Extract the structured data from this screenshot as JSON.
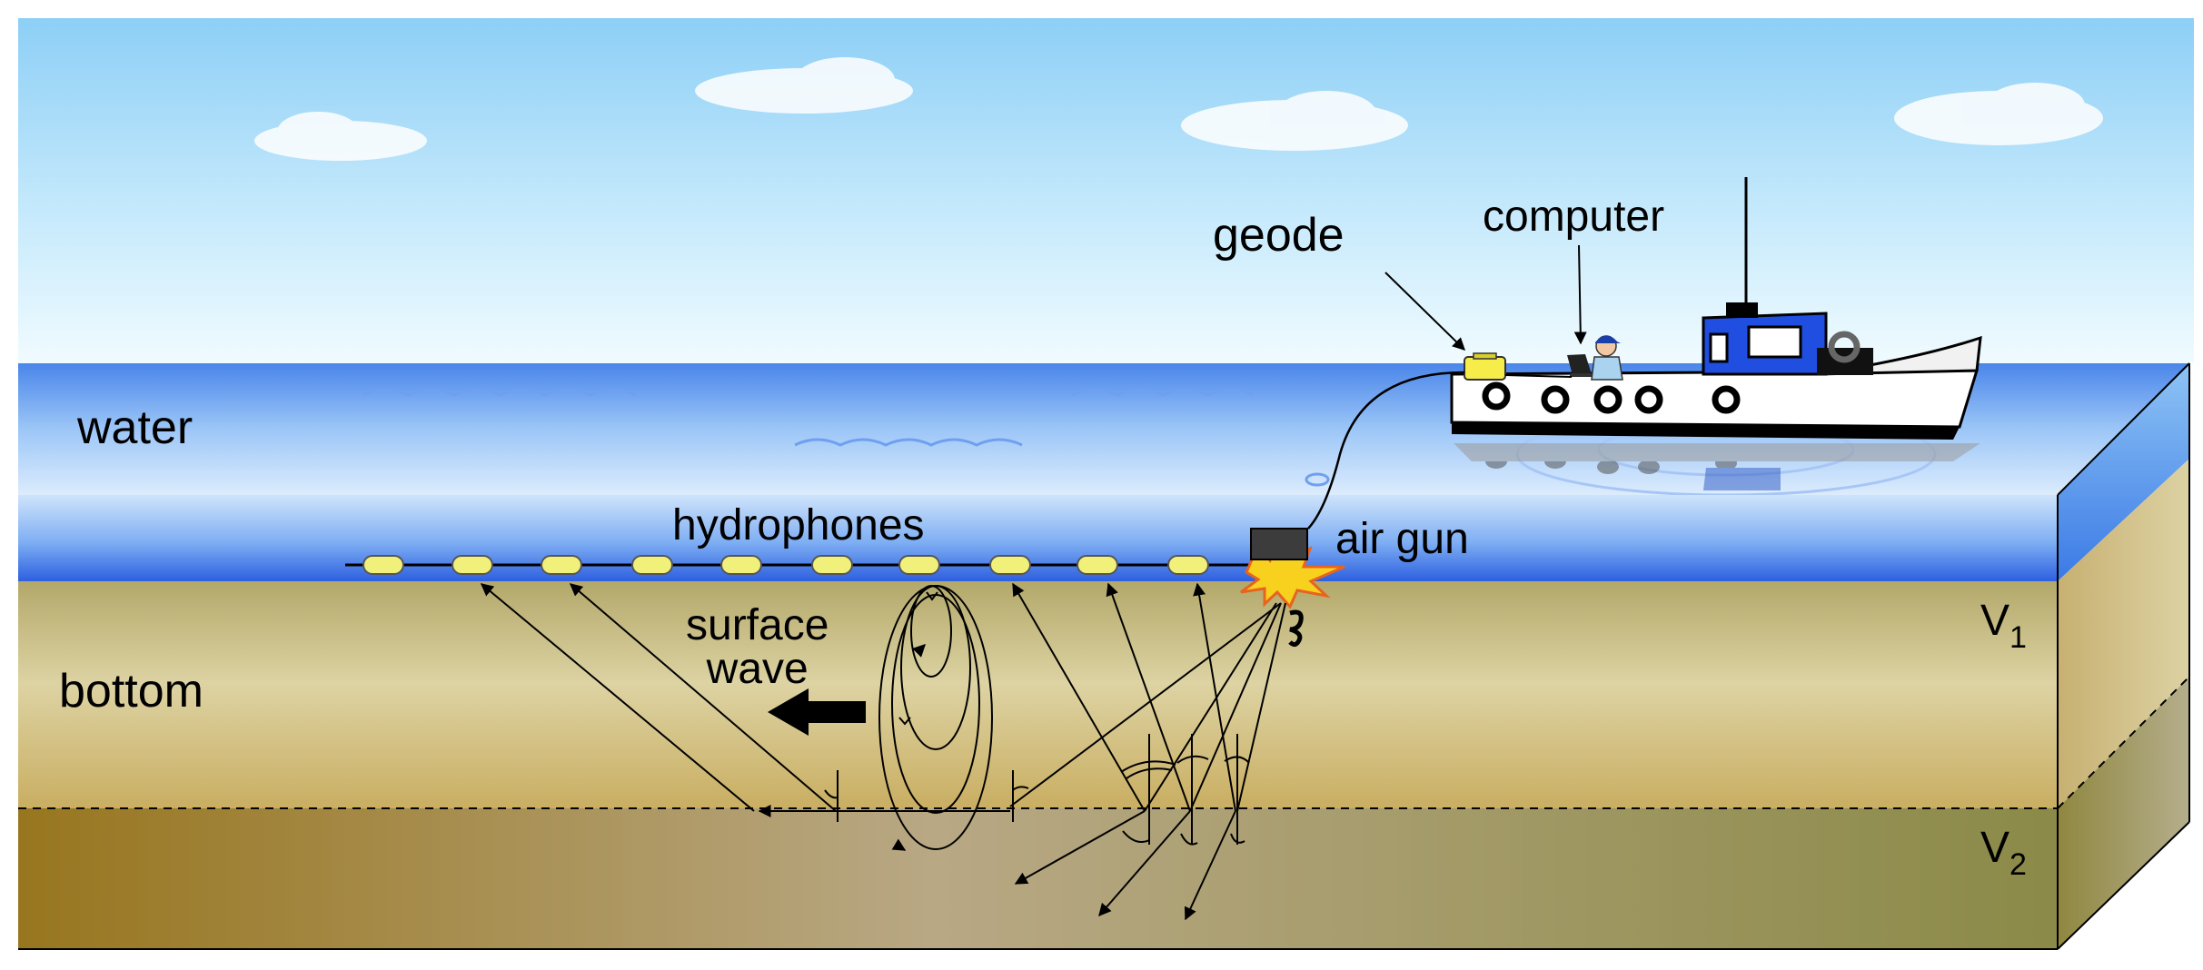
{
  "labels": {
    "water": "water",
    "bottom": "bottom",
    "geode": "geode",
    "computer": "computer",
    "hydrophones": "hydrophones",
    "air_gun": "air gun",
    "surface_wave_line1": "surface",
    "surface_wave_line2": "wave",
    "v1_letter": "V",
    "v1_sub": "1",
    "v2_letter": "V",
    "v2_sub": "2"
  },
  "colors": {
    "sky_top": "#8fd0f7",
    "sky_bottom": "#eefaff",
    "water_surface": "#3f7fe6",
    "water_deep": "#2f63e0",
    "sediment_v1": "#d4c689",
    "sediment_v2": "#a58a4a",
    "hydrophone": "#f1f07a",
    "boat_cabin": "#1f4ee0",
    "explosion": "#f7d11e"
  },
  "icons": [
    "boat-icon",
    "operator-icon",
    "laptop-icon",
    "geode-box-icon",
    "air-gun-icon",
    "explosion-icon"
  ]
}
